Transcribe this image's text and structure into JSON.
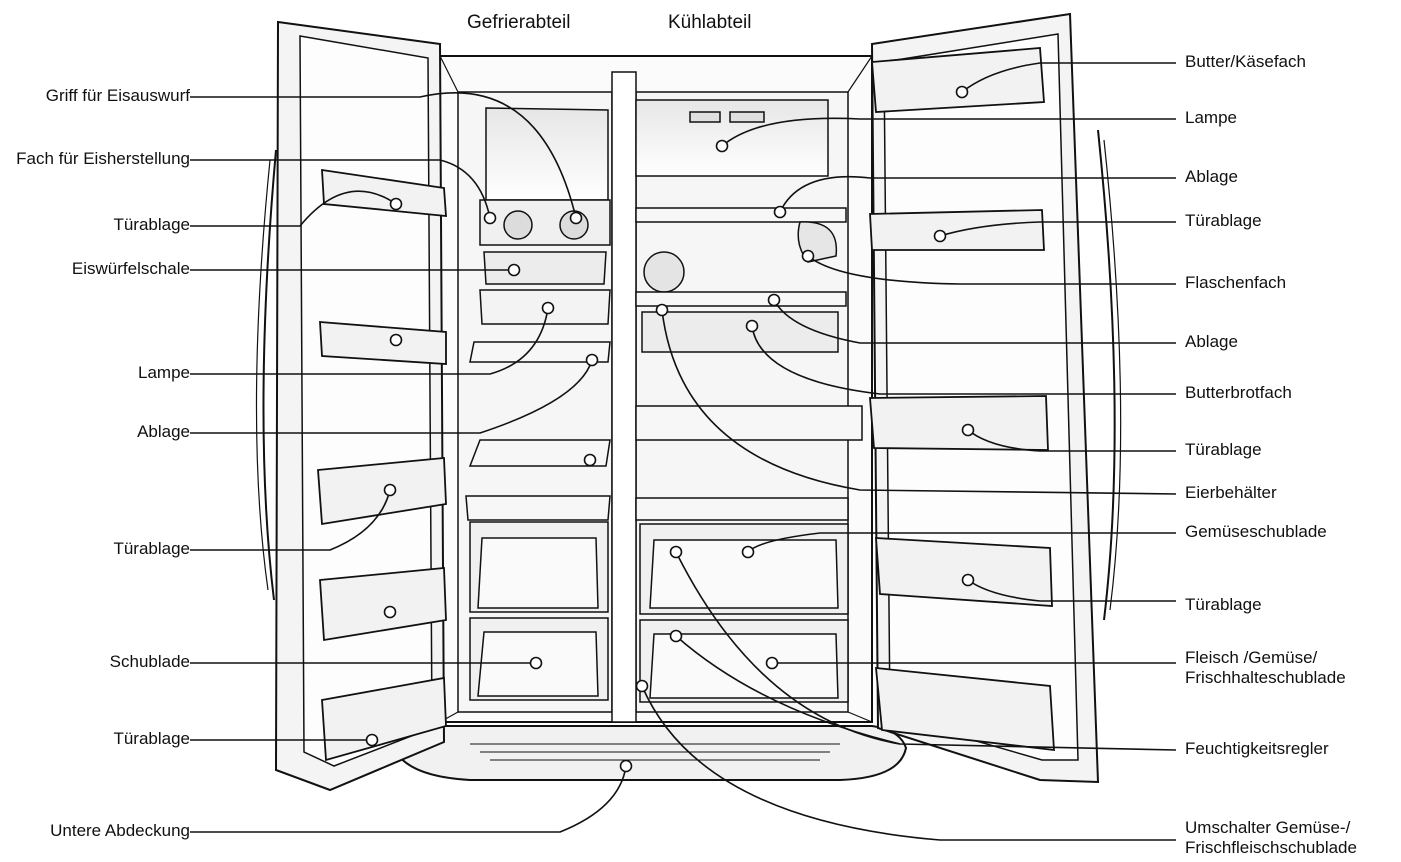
{
  "headers": {
    "freezer": "Gefrierabteil",
    "fridge": "Kühlabteil"
  },
  "left_labels": [
    "Griff für Eisauswurf",
    "Fach für Eisherstellung",
    "Türablage",
    "Eiswürfelschale",
    "Lampe",
    "Ablage",
    "Türablage",
    "Schublade",
    "Türablage",
    "Untere Abdeckung"
  ],
  "right_labels": [
    "Butter/Käsefach",
    "Lampe",
    "Ablage",
    "Türablage",
    "Flaschenfach",
    "Ablage",
    "Butterbrotfach",
    "Türablage",
    "Eierbehälter",
    "Gemüseschublade",
    "Türablage",
    "Fleisch /Gemüse/\nFrischhalteschublade",
    "Feuchtigkeitsregler",
    "Umschalter Gemüse-/\nFrischfleischschublade"
  ],
  "colors": {
    "line": "#111111",
    "fill": "#f2f2f2",
    "shade": "#d9d9d9"
  }
}
